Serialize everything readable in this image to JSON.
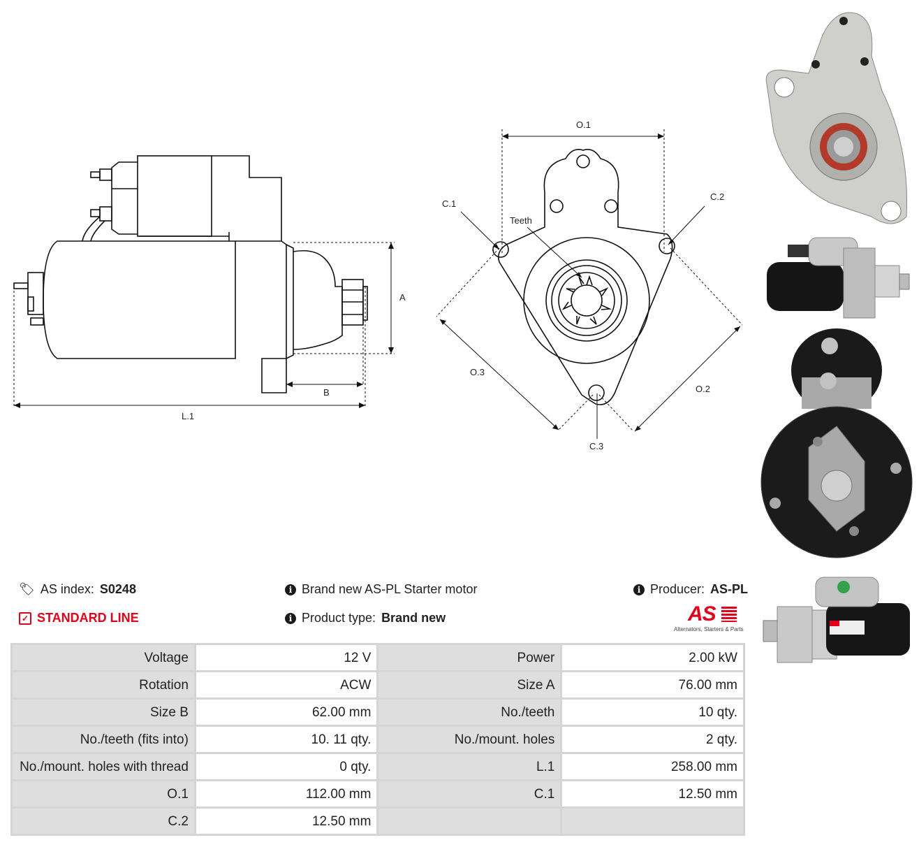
{
  "diagram": {
    "labels": {
      "o1": "O.1",
      "o2": "O.2",
      "o3": "O.3",
      "c1": "C.1",
      "c2": "C.2",
      "c3": "C.3",
      "teeth": "Teeth",
      "a": "A",
      "b": "B",
      "l1": "L.1"
    }
  },
  "info": {
    "as_index_label": "AS index:",
    "as_index_value": "S0248",
    "standard_line": "STANDARD LINE",
    "description": "Brand new AS-PL Starter motor",
    "product_type_label": "Product type:",
    "product_type_value": "Brand new",
    "producer_label": "Producer:",
    "producer_value": "AS-PL",
    "logo_text": "AS",
    "logo_tagline": "Alternators, Starters & Parts"
  },
  "specs": [
    {
      "l1": "Voltage",
      "v1": "12 V",
      "l2": "Power",
      "v2": "2.00 kW"
    },
    {
      "l1": "Rotation",
      "v1": "ACW",
      "l2": "Size A",
      "v2": "76.00 mm"
    },
    {
      "l1": "Size B",
      "v1": "62.00 mm",
      "l2": "No./teeth",
      "v2": "10 qty."
    },
    {
      "l1": "No./teeth (fits into)",
      "v1": "10. 11 qty.",
      "l2": "No./mount. holes",
      "v2": "2 qty."
    },
    {
      "l1": "No./mount. holes with thread",
      "v1": "0 qty.",
      "l2": "L.1",
      "v2": "258.00 mm"
    },
    {
      "l1": "O.1",
      "v1": "112.00 mm",
      "l2": "C.1",
      "v2": "12.50 mm"
    },
    {
      "l1": "C.2",
      "v1": "12.50 mm",
      "l2": "",
      "v2": ""
    }
  ],
  "colors": {
    "accent_red": "#e2001a",
    "table_label_bg": "#dedede"
  }
}
